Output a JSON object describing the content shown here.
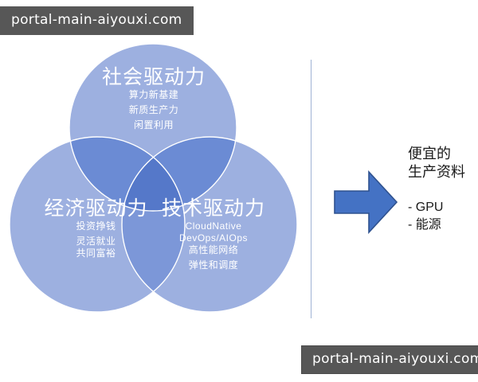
{
  "watermarks": {
    "top": "portal-main-aiyouxi.com",
    "bottom": "portal-main-aiyouxi.com"
  },
  "colors": {
    "circle_fill": "#9db0e0",
    "circle_stroke": "#ffffff",
    "overlap_dark": "#5b7fd0",
    "arrow_fill": "#4472c4",
    "arrow_stroke": "#2f528f",
    "divider": "#9fb3d4",
    "watermark_bg": "#575757",
    "text_light": "#ffffff",
    "text_dark": "#1a1a1a"
  },
  "venn": {
    "circles": [
      {
        "id": "social",
        "title": "社会驱动力",
        "items": [
          "算力新基建",
          "新质生产力",
          "闲置利用"
        ]
      },
      {
        "id": "economy",
        "title": "经济驱动力",
        "items": [
          "投资挣钱",
          "灵活就业",
          "共同富裕"
        ]
      },
      {
        "id": "technology",
        "title": "技术驱动力",
        "items": [
          "CloudNative",
          "DevOps/AIOps",
          "高性能网络",
          "弹性和调度"
        ]
      }
    ]
  },
  "flow": {
    "arrow_icon": "right-arrow-icon"
  },
  "outcome": {
    "heading_lines": [
      "便宜的",
      "生产资料"
    ],
    "items": [
      "- GPU",
      "- 能源"
    ]
  }
}
